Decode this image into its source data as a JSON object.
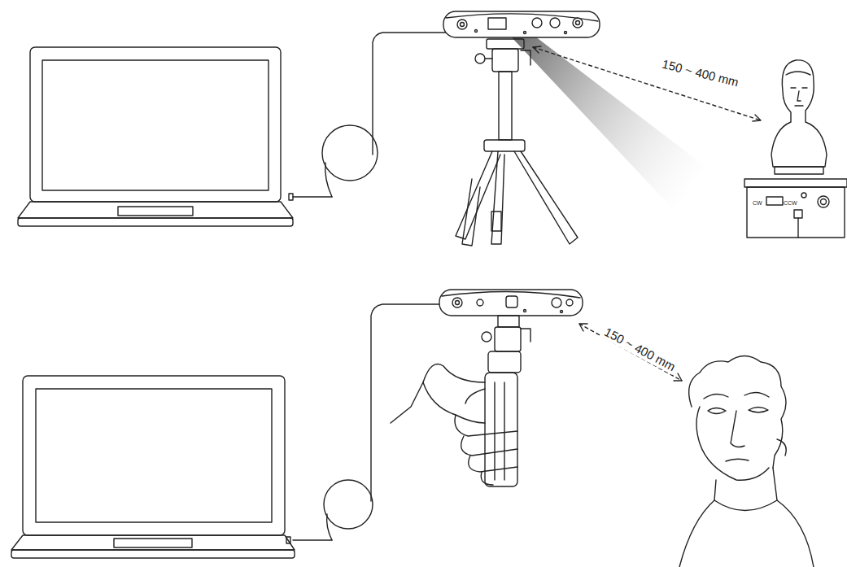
{
  "diagram": {
    "labels": [
      "150 ~ 400 mm",
      "150 ~ 400 mm",
      "CW",
      "CCW"
    ]
  }
}
